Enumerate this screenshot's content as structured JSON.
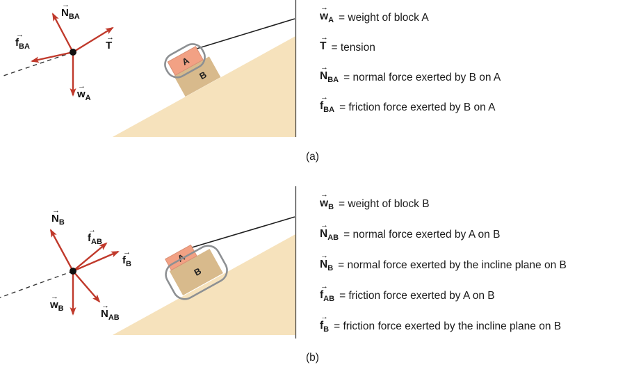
{
  "glyphs": {
    "vec_arrow": "→"
  },
  "colors": {
    "arrow_red": "#c0392b",
    "incline": "#f6e2bc",
    "block_a": "#f2a184",
    "block_b": "#d8ba8c",
    "loop_gray": "#8d9093"
  },
  "panel_a": {
    "caption": "(a)",
    "fbd": {
      "n_ba": {
        "symbol": "N",
        "sub": "BA"
      },
      "tension": {
        "symbol": "T",
        "sub": ""
      },
      "f_ba": {
        "symbol": "f",
        "sub": "BA"
      },
      "w_a": {
        "symbol": "w",
        "sub": "A"
      }
    },
    "incline": {
      "block_a_label": "A",
      "block_b_label": "B"
    },
    "legend": [
      {
        "symbol": "w",
        "sub": "A",
        "desc": "= weight of block A"
      },
      {
        "symbol": "T",
        "sub": "",
        "desc": "= tension"
      },
      {
        "symbol": "N",
        "sub": "BA",
        "desc": "= normal force exerted by B on A"
      },
      {
        "symbol": "f",
        "sub": "BA",
        "desc": "= friction force exerted by B on A"
      }
    ]
  },
  "panel_b": {
    "caption": "(b)",
    "fbd": {
      "n_b": {
        "symbol": "N",
        "sub": "B"
      },
      "f_ab": {
        "symbol": "f",
        "sub": "AB"
      },
      "f_b": {
        "symbol": "f",
        "sub": "B"
      },
      "w_b": {
        "symbol": "w",
        "sub": "B"
      },
      "n_ab": {
        "symbol": "N",
        "sub": "AB"
      }
    },
    "incline": {
      "block_a_label": "A",
      "block_b_label": "B"
    },
    "legend": [
      {
        "symbol": "w",
        "sub": "B",
        "desc": "= weight of block B"
      },
      {
        "symbol": "N",
        "sub": "AB",
        "desc": "= normal force exerted by A on B"
      },
      {
        "symbol": "N",
        "sub": "B",
        "desc": "= normal force exerted by the incline plane on B"
      },
      {
        "symbol": "f",
        "sub": "AB",
        "desc": "= friction force exerted by A on B"
      },
      {
        "symbol": "f",
        "sub": "B",
        "desc": "= friction force exerted by the incline plane on B"
      }
    ]
  }
}
